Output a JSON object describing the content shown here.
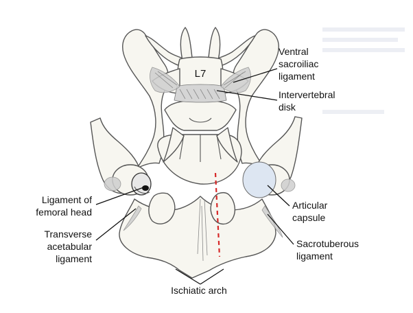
{
  "figure": {
    "vertebra_label": "L7",
    "labels": {
      "ventral_sacroiliac_ligament": [
        "Ventral",
        "sacroiliac",
        "ligament"
      ],
      "intervertebral_disk": [
        "Intervertebral",
        "disk"
      ],
      "ligament_of_femoral_head": [
        "Ligament of",
        "femoral head"
      ],
      "articular_capsule": [
        "Articular",
        "capsule"
      ],
      "transverse_acetabular_ligament": [
        "Transverse",
        "acetabular",
        "ligament"
      ],
      "sacrotuberous_ligament": [
        "Sacrotuberous",
        "ligament"
      ],
      "ischiatic_arch": "Ischiatic arch"
    },
    "colors": {
      "outline": "#555555",
      "bone_fill": "#f7f6f0",
      "capsule_fill": "#dde6f2",
      "cut_line": "#d62828",
      "text": "#111111"
    }
  }
}
